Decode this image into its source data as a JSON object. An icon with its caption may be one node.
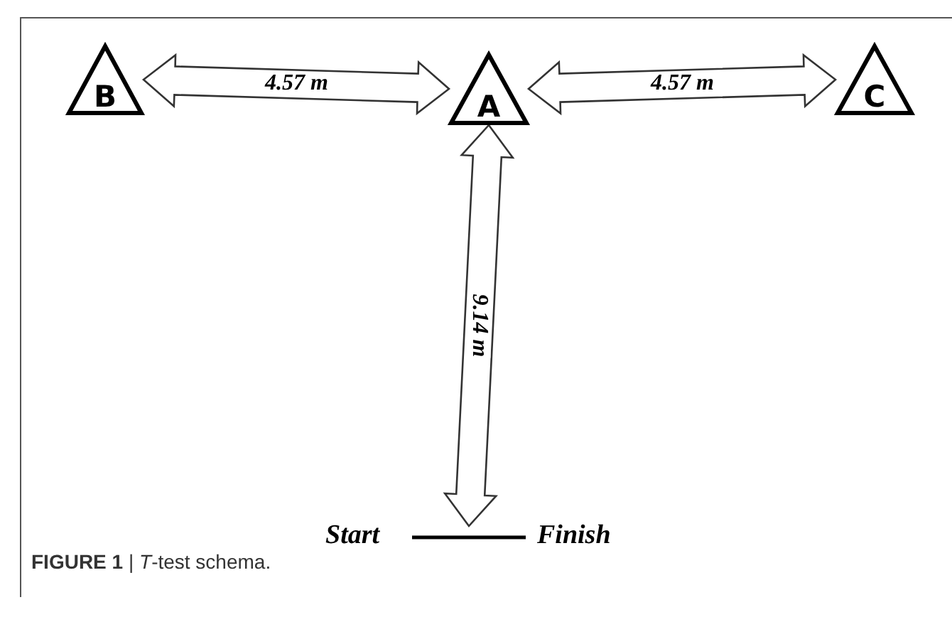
{
  "diagram": {
    "caption": "**FIGURE 1** | *T*-test schema.",
    "nodes": [
      {
        "text": [
          "B"
        ]
      },
      {
        "text": [
          "A"
        ]
      },
      {
        "text": [
          "C"
        ]
      },
      {
        "text": [],
        "shape": "bar"
      }
    ],
    "edges": [
      {
        "from": 0,
        "to": 1,
        "arrow": "both",
        "label": "4.57 m"
      },
      {
        "from": 1,
        "to": 2,
        "arrow": "both",
        "label": "4.57 m"
      },
      {
        "from": 1,
        "to": 3,
        "arrow": "both",
        "label": "9.14 m"
      }
    ],
    "labels": [
      "Start",
      "Finish"
    ]
  }
}
